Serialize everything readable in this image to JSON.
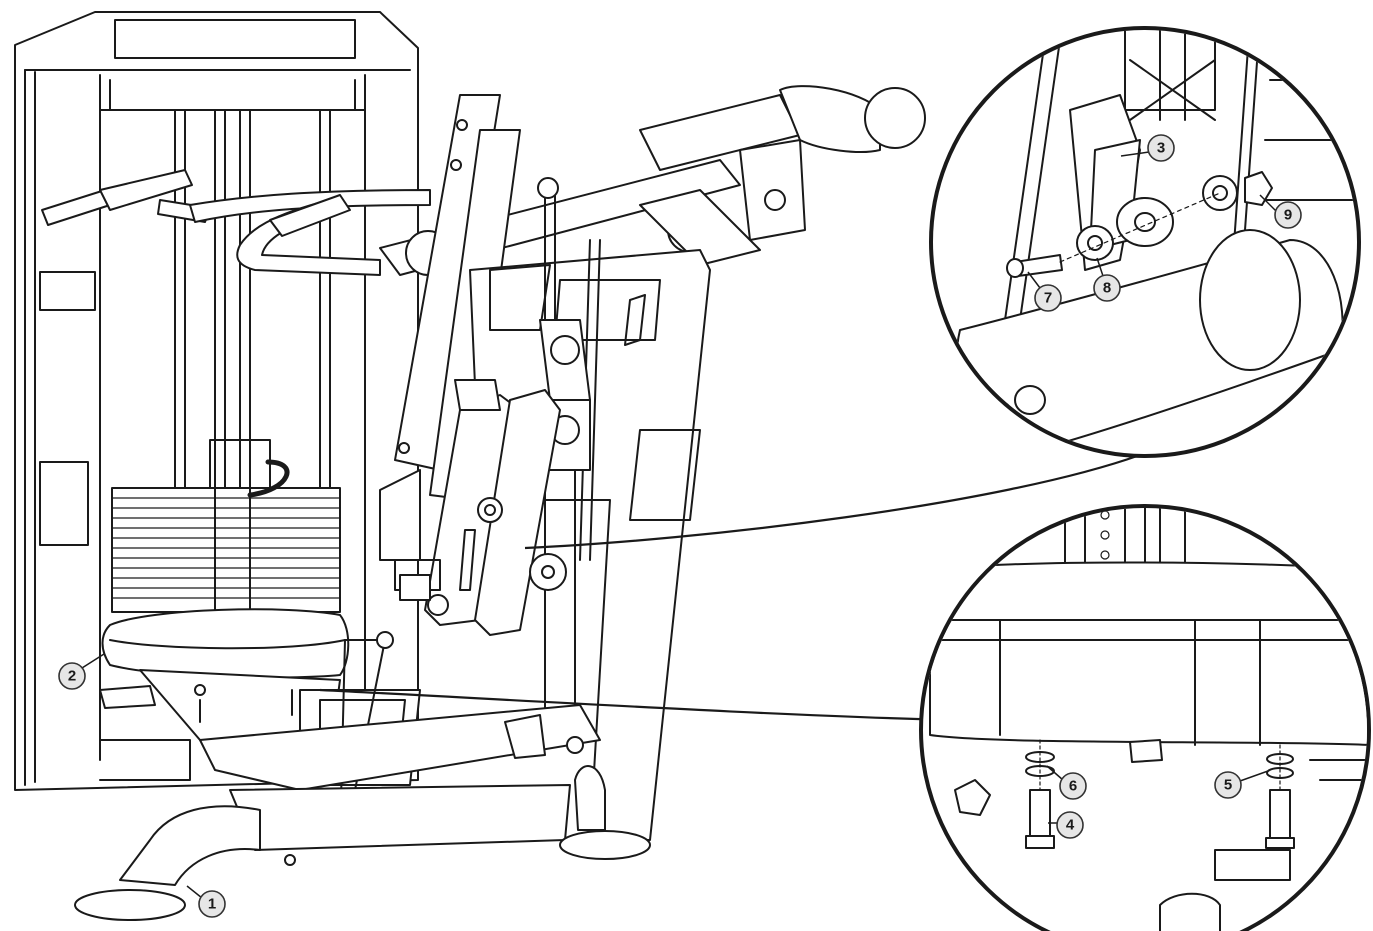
{
  "callouts": [
    {
      "id": "1",
      "label": "1"
    },
    {
      "id": "2",
      "label": "2"
    },
    {
      "id": "3",
      "label": "3"
    },
    {
      "id": "4",
      "label": "4"
    },
    {
      "id": "5",
      "label": "5"
    },
    {
      "id": "6",
      "label": "6"
    },
    {
      "id": "7",
      "label": "7"
    },
    {
      "id": "8",
      "label": "8"
    },
    {
      "id": "9",
      "label": "9"
    }
  ],
  "colors": {
    "line": "#1a1a1a",
    "callout_fill": "#e6e6e6",
    "background": "#ffffff"
  }
}
